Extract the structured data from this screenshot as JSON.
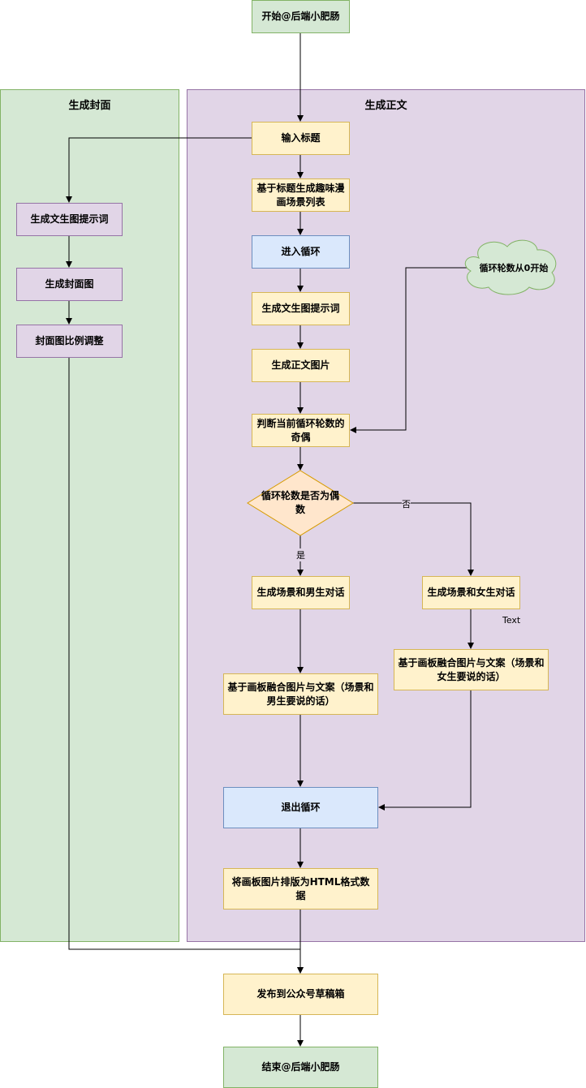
{
  "lanes": {
    "cover": "生成封面",
    "body": "生成正文"
  },
  "nodes": {
    "start": "开始@后端小肥肠",
    "input_title": "输入标题",
    "gen_scene_list": "基于标题生成趣味漫画场景列表",
    "enter_loop": "进入循环",
    "gen_prompt_body": "生成文生图提示词",
    "gen_body_image": "生成正文图片",
    "judge_parity": "判断当前循环轮数的奇偶",
    "is_even": "循环轮数是否为偶数",
    "male_dialog": "生成场景和男生对话",
    "female_dialog": "生成场景和女生对话",
    "merge_male": "基于画板融合图片与文案（场景和男生要说的话）",
    "merge_female": "基于画板融合图片与文案（场景和女生要说的话）",
    "exit_loop": "退出循环",
    "to_html": "将画板图片排版为HTML格式数据",
    "publish": "发布到公众号草稿箱",
    "end": "结束@后端小肥肠",
    "gen_prompt_cover": "生成文生图提示词",
    "gen_cover": "生成封面图",
    "cover_ratio": "封面图比例调整"
  },
  "cloud": "循环轮数从0开始",
  "edge_labels": {
    "yes": "是",
    "no": "否",
    "text": "Text"
  }
}
